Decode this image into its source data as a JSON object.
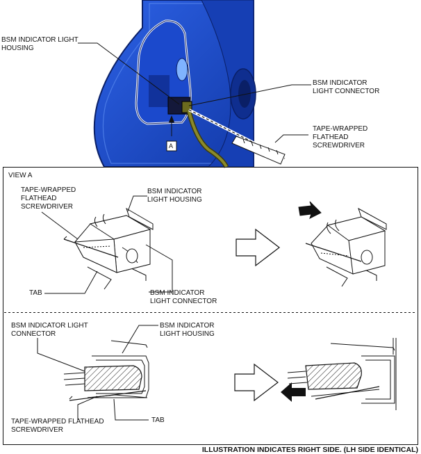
{
  "labels": {
    "bsm_housing_top": "BSM INDICATOR LIGHT\nHOUSING",
    "bsm_connector_top": "BSM INDICATOR\nLIGHT CONNECTOR",
    "screwdriver_top": "TAPE-WRAPPED\nFLATHEAD\nSCREWDRIVER",
    "view_marker": "A",
    "view_title": "VIEW A",
    "screwdriver_view_a": "TAPE-WRAPPED\nFLATHEAD\nSCREWDRIVER",
    "housing_view_a": "BSM INDICATOR\nLIGHT HOUSING",
    "tab_view_a": "TAB",
    "connector_view_a": "BSM INDICATOR\nLIGHT CONNECTOR",
    "connector_section": "BSM INDICATOR LIGHT\nCONNECTOR",
    "housing_section": "BSM INDICATOR\nLIGHT HOUSING",
    "screwdriver_section": "TAPE-WRAPPED FLATHEAD\nSCREWDRIVER",
    "tab_section": "TAB"
  },
  "caption": "ILLUSTRATION INDICATES RIGHT SIDE. (LH SIDE IDENTICAL)",
  "colors": {
    "mirror_blue": "#1f4fd6",
    "mirror_dark": "#0d2a86",
    "mirror_light": "#5b8cf0",
    "cable": "#6b6a1e",
    "line": "#111111"
  },
  "icons": [
    "arrow-right-icon",
    "arrow-left-icon",
    "arrow-push-icon"
  ]
}
